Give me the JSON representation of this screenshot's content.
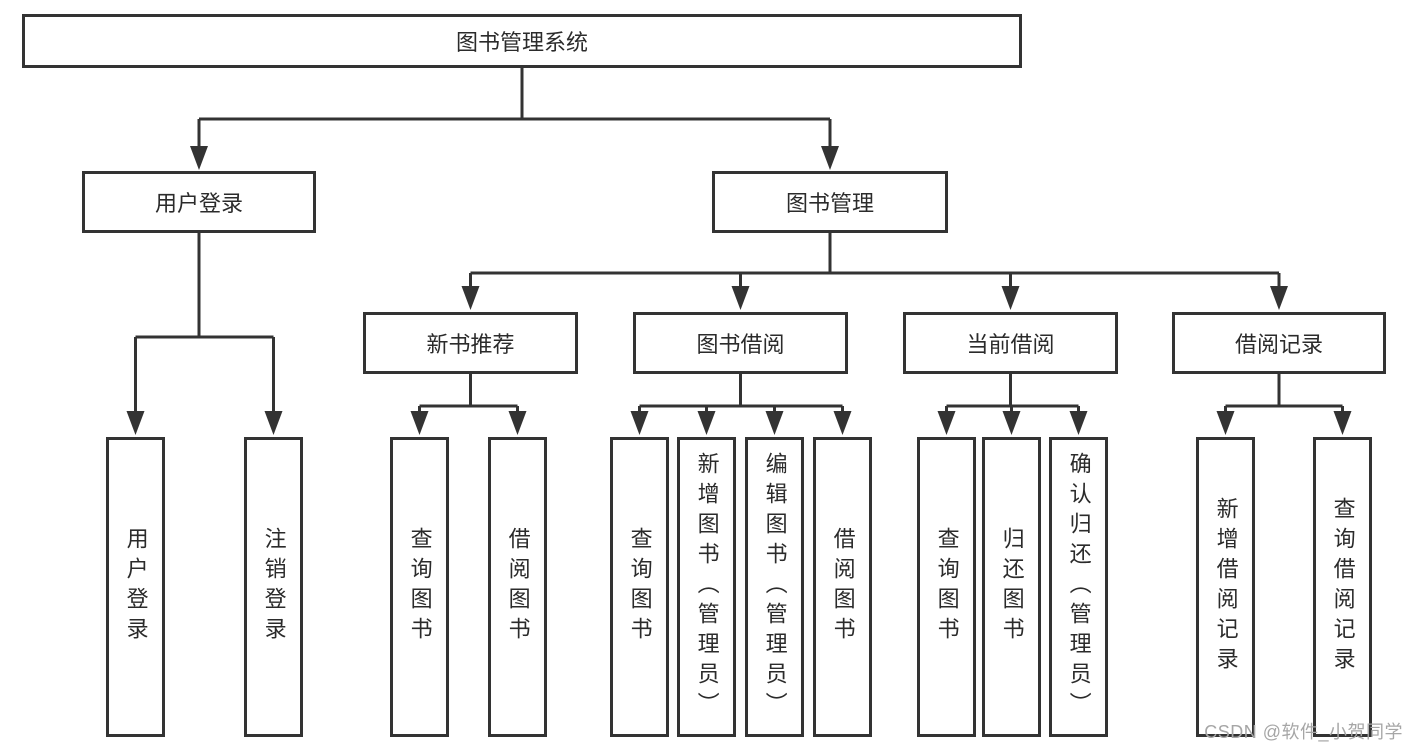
{
  "tree": {
    "root": "图书管理系统",
    "branches": [
      {
        "label": "用户登录",
        "children": [
          "用户登录",
          "注销登录"
        ]
      },
      {
        "label": "图书管理",
        "sections": [
          {
            "label": "新书推荐",
            "children": [
              "查询图书",
              "借阅图书"
            ]
          },
          {
            "label": "图书借阅",
            "children": [
              "查询图书",
              "新增图书（管理员）",
              "编辑图书（管理员）",
              "借阅图书"
            ]
          },
          {
            "label": "当前借阅",
            "children": [
              "查询图书",
              "归还图书",
              "确认归还（管理员）"
            ]
          },
          {
            "label": "借阅记录",
            "children": [
              "新增借阅记录",
              "查询借阅记录"
            ]
          }
        ]
      }
    ]
  },
  "watermark": "CSDN @软件_小贺同学",
  "colors": {
    "line": "#333333",
    "box_border": "#333333",
    "box_background": "#ffffff",
    "text": "#2b2b2b",
    "watermark": "#a6a6a6"
  }
}
